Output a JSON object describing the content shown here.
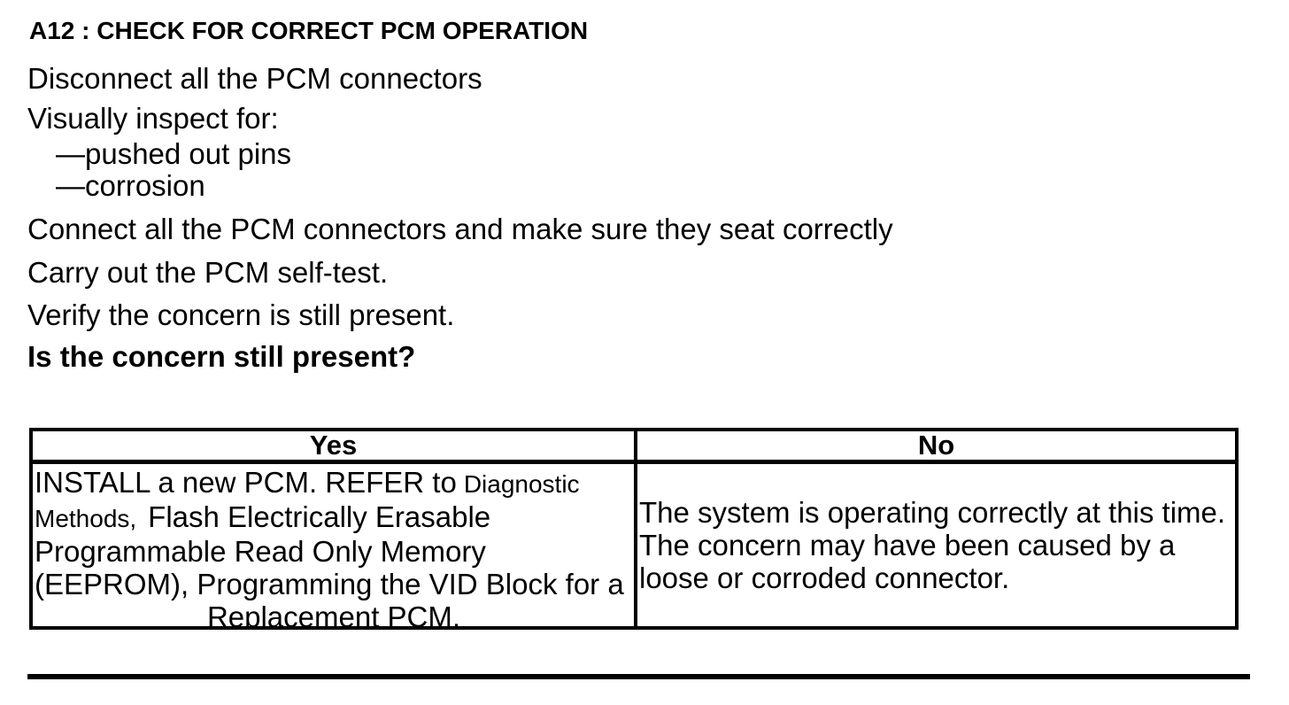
{
  "doc": {
    "heading": "A12 : CHECK FOR CORRECT PCM OPERATION"
  },
  "procedure": {
    "steps": [
      "Disconnect all the PCM connectors",
      "Visually inspect for:",
      "—pushed out pins",
      "—corrosion",
      "Connect all the PCM connectors and make sure they seat correctly",
      "Carry out the PCM self-test.",
      "Verify the concern is still present."
    ],
    "question": "Is the concern still present?"
  },
  "results_table": {
    "headers": {
      "yes": "Yes",
      "no": "No"
    },
    "yes_action": {
      "line1_text": "INSTALL a new PCM. REFER to",
      "line1_ref": "Diagnostic",
      "line2_ref": "Methods,",
      "line2_text": "Flash Electrically Erasable",
      "line3": "Programmable Read Only Memory",
      "line4": "(EEPROM), Programming the VID Block for a",
      "line5": "Replacement PCM."
    },
    "no_action": {
      "line1": "The system is operating correctly at this time.",
      "line2": "The concern may have been caused by a",
      "line3": "loose or corroded connector."
    }
  },
  "colors": {
    "text": "#000000",
    "background": "#ffffff",
    "rule": "#000000"
  }
}
